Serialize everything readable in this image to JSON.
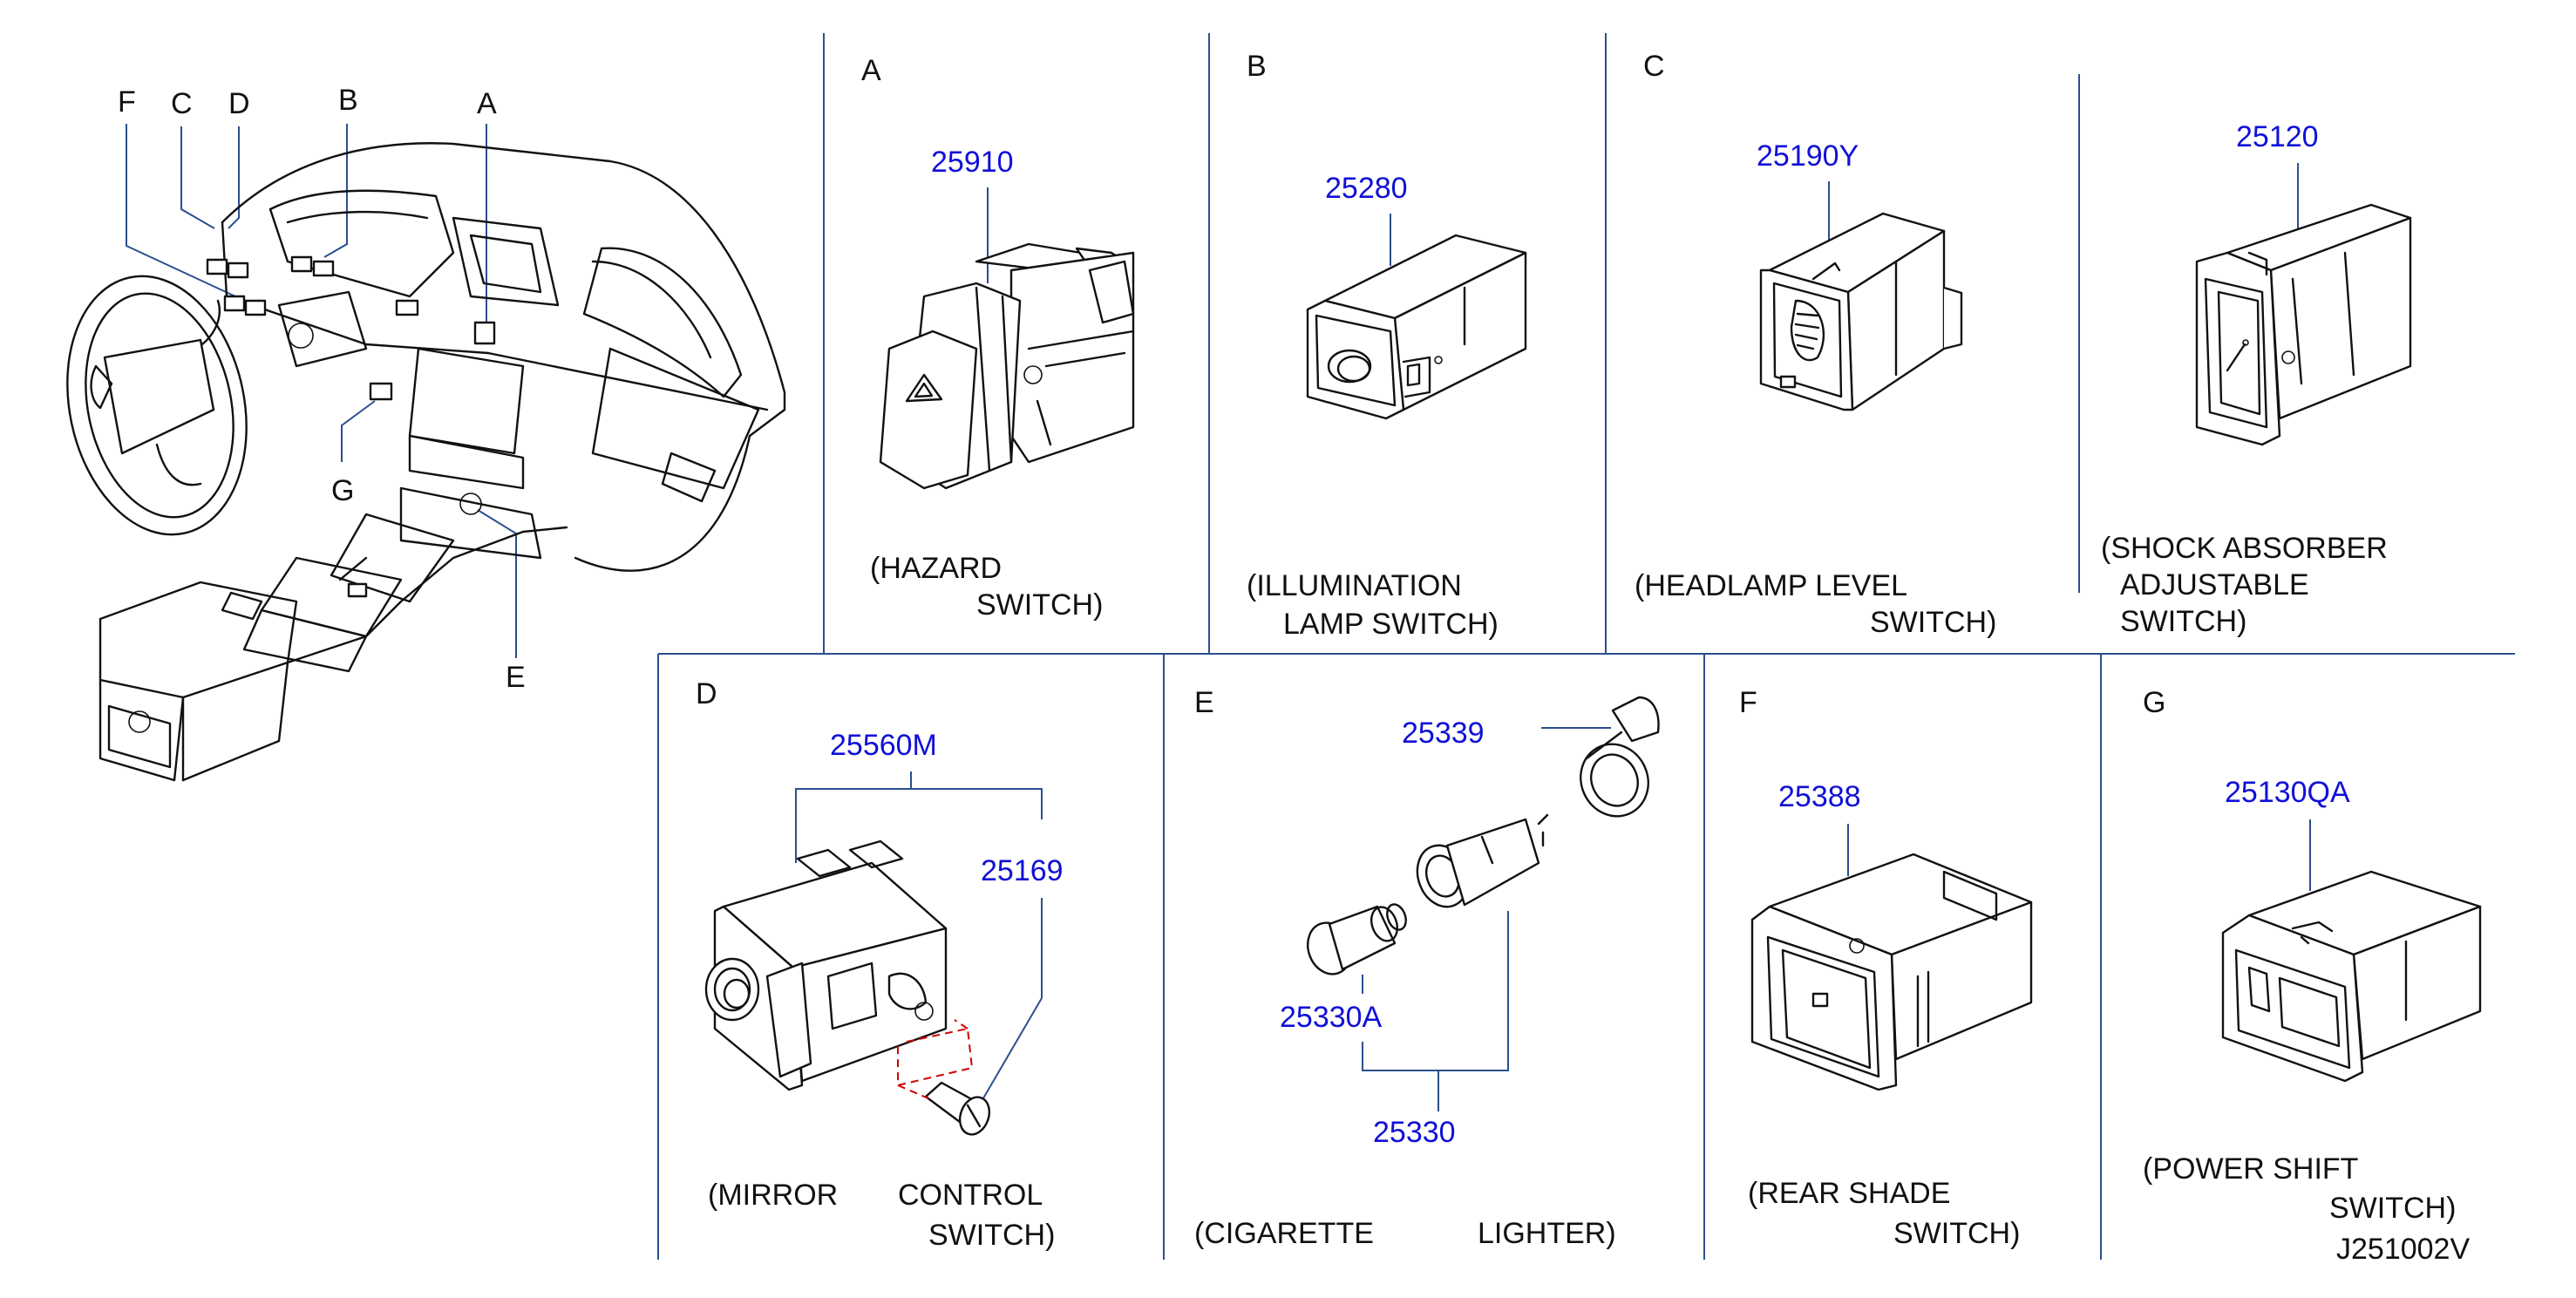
{
  "overview": {
    "callouts": [
      "F",
      "C",
      "D",
      "B",
      "A",
      "G",
      "E"
    ]
  },
  "sections": {
    "A": {
      "letter": "A",
      "part": "25910",
      "caption": [
        "(HAZARD",
        "SWITCH)"
      ]
    },
    "B": {
      "letter": "B",
      "part": "25280",
      "caption": [
        "(ILLUMINATION",
        "LAMP    SWITCH)"
      ]
    },
    "C": {
      "letter": "C",
      "part": "25190Y",
      "caption": [
        "(HEADLAMP    LEVEL",
        "SWITCH)"
      ]
    },
    "C2": {
      "part": "25120",
      "caption": [
        "(SHOCK    ABSORBER",
        "ADJUSTABLE",
        "SWITCH)"
      ]
    },
    "D": {
      "letter": "D",
      "parts": [
        "25560M",
        "25169"
      ],
      "caption": [
        "(MIRROR",
        "CONTROL",
        "SWITCH)"
      ]
    },
    "E": {
      "letter": "E",
      "parts": [
        "25339",
        "25330A",
        "25330"
      ],
      "caption": [
        "(CIGARETTE",
        "LIGHTER)"
      ]
    },
    "F": {
      "letter": "F",
      "part": "25388",
      "caption": [
        "(REAR    SHADE",
        "SWITCH)"
      ]
    },
    "G": {
      "letter": "G",
      "part": "25130QA",
      "caption": [
        "(POWER    SHIFT",
        "SWITCH)"
      ]
    }
  },
  "diagram_code": "J251002V",
  "colors": {
    "part_number": "#1010d8",
    "grid": "#2b4f8e",
    "screw_dash": "#d00000"
  }
}
